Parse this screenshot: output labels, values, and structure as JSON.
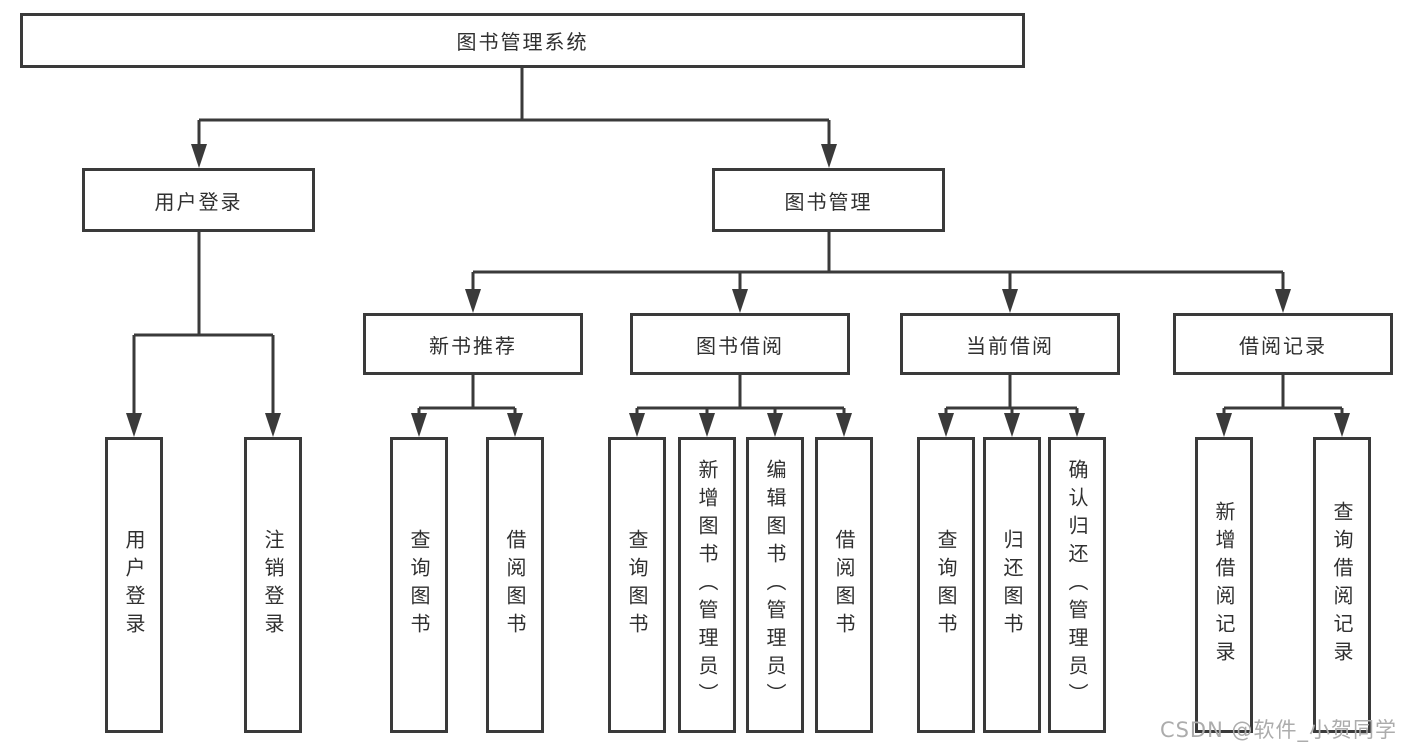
{
  "diagram": {
    "title": "图书管理系统",
    "root": {
      "label": "图书管理系统"
    },
    "level2": [
      {
        "id": "user-login",
        "label": "用户登录"
      },
      {
        "id": "book-management",
        "label": "图书管理"
      }
    ],
    "level3": [
      {
        "id": "new-book-recommend",
        "label": "新书推荐"
      },
      {
        "id": "book-borrow",
        "label": "图书借阅"
      },
      {
        "id": "current-borrow",
        "label": "当前借阅"
      },
      {
        "id": "borrow-records",
        "label": "借阅记录"
      }
    ],
    "leaves": [
      {
        "parent": "用户登录",
        "label": "用户登录"
      },
      {
        "parent": "用户登录",
        "label": "注销登录"
      },
      {
        "parent": "新书推荐",
        "label": "查询图书"
      },
      {
        "parent": "新书推荐",
        "label": "借阅图书"
      },
      {
        "parent": "图书借阅",
        "label": "查询图书"
      },
      {
        "parent": "图书借阅",
        "label": "新增图书（管理员）"
      },
      {
        "parent": "图书借阅",
        "label": "编辑图书（管理员）"
      },
      {
        "parent": "图书借阅",
        "label": "借阅图书"
      },
      {
        "parent": "当前借阅",
        "label": "查询图书"
      },
      {
        "parent": "当前借阅",
        "label": "归还图书"
      },
      {
        "parent": "当前借阅",
        "label": "确认归还（管理员）"
      },
      {
        "parent": "借阅记录",
        "label": "新增借阅记录"
      },
      {
        "parent": "借阅记录",
        "label": "查询借阅记录"
      }
    ]
  },
  "watermark": "CSDN @软件_小贺同学",
  "colors": {
    "line": "#3a3a3a",
    "border": "#3a3a3a",
    "text": "#303030",
    "watermark": "#acacac",
    "background": "#ffffff"
  }
}
